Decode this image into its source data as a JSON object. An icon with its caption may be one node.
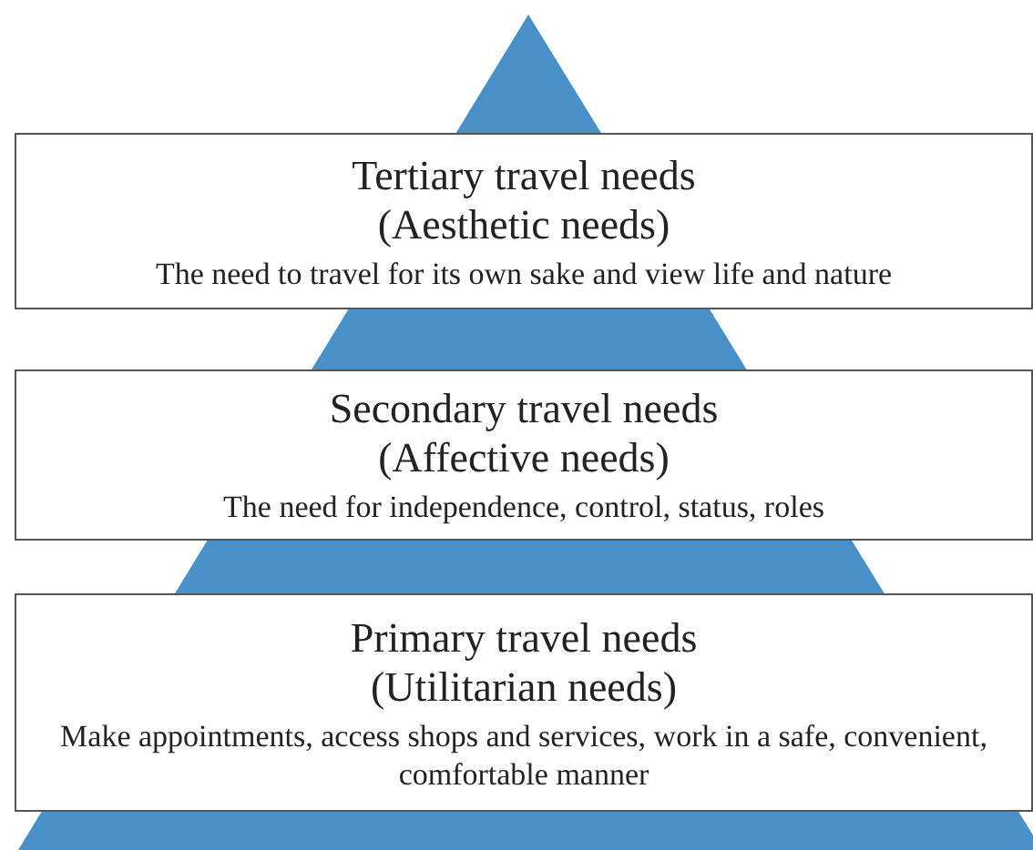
{
  "diagram": {
    "nodes": [
      {
        "text": [
          "Tertiary travel needs (Aesthetic needs)",
          "The need to travel for its own sake and view life and nature"
        ]
      },
      {
        "text": [
          "Secondary travel needs (Affective needs)",
          "The need for independence, control, status, roles"
        ]
      },
      {
        "text": [
          "Primary travel needs (Utilitarian needs)",
          "Make appointments, access shops and services, work in a safe, convenient, comfortable manner"
        ]
      }
    ]
  }
}
